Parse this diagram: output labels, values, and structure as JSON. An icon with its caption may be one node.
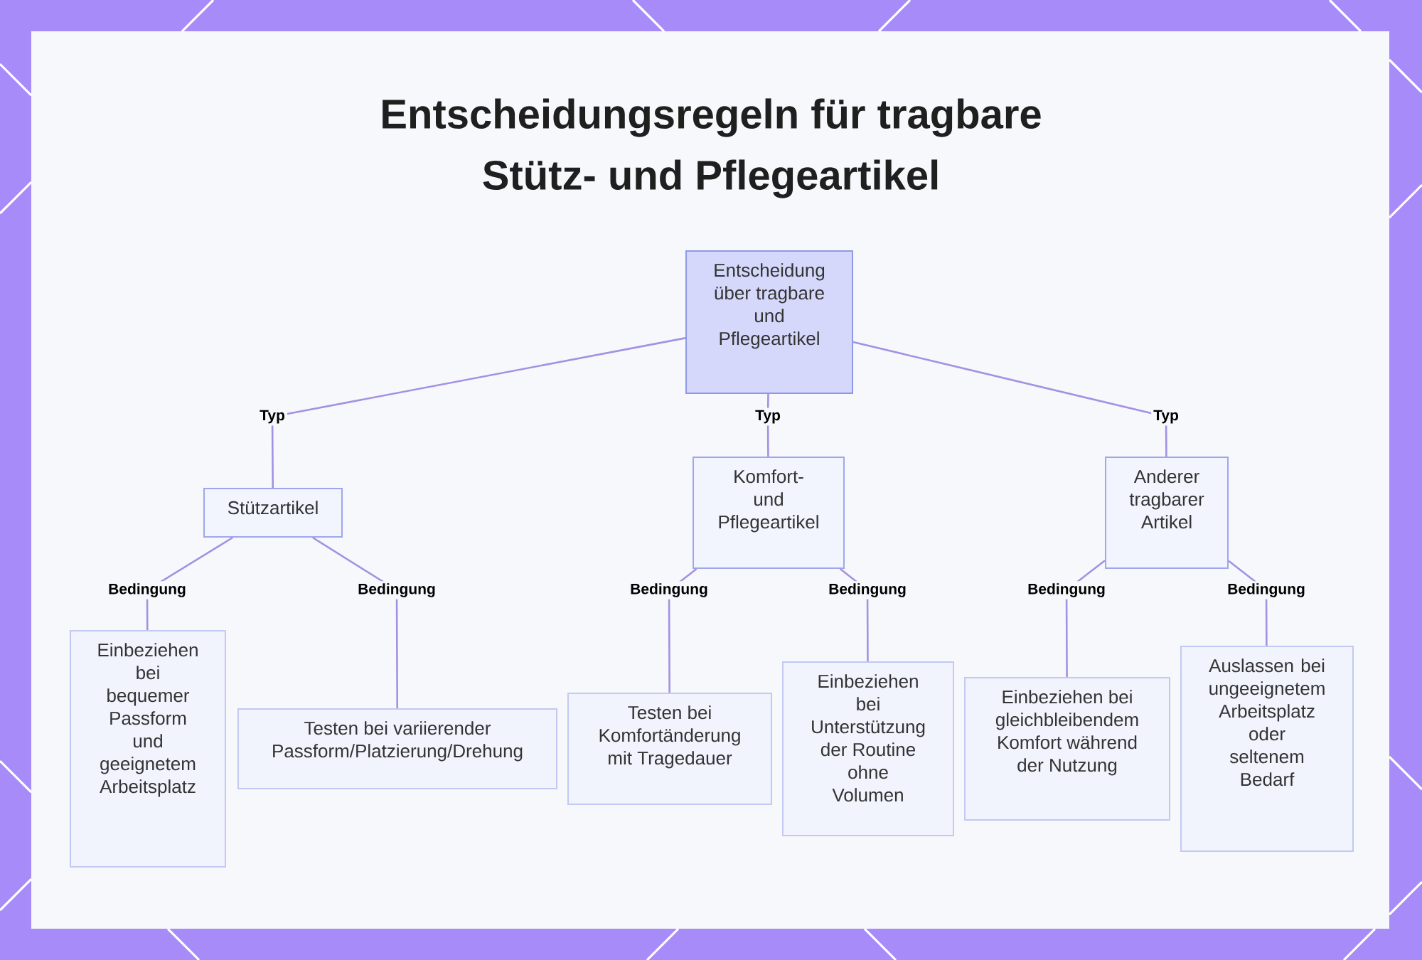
{
  "diagram": {
    "title": "Entscheidungsregeln für tragbare Stütz- und Pflegeartikel",
    "nodes": [
      {
        "text": [
          "Entscheidung über tragbare und Pflegeartikel"
        ]
      },
      {
        "text": [
          "Stützartikel"
        ]
      },
      {
        "text": [
          "Komfort- und Pflegeartikel"
        ]
      },
      {
        "text": [
          "Anderer tragbarer Artikel"
        ]
      },
      {
        "text": [
          "Einbeziehen bei bequemer Passform und geeignetem Arbeitsplatz"
        ]
      },
      {
        "text": [
          "Testen bei variierender Passform/Platzierung/Drehung"
        ]
      },
      {
        "text": [
          "Testen bei Komfortänderung mit Tragedauer"
        ]
      },
      {
        "text": [
          "Einbeziehen bei Unterstützung der Routine ohne Volumen"
        ]
      },
      {
        "text": [
          "Einbeziehen bei gleichbleibendem Komfort während der Nutzung"
        ]
      },
      {
        "text": [
          "Auslassen bei ungeeignetem Arbeitsplatz oder seltenem Bedarf"
        ]
      }
    ],
    "edges": [
      {
        "from": 0,
        "to": 1,
        "arrow": "none",
        "label": "Typ"
      },
      {
        "from": 0,
        "to": 2,
        "arrow": "none",
        "label": "Typ"
      },
      {
        "from": 0,
        "to": 3,
        "arrow": "none",
        "label": "Typ"
      },
      {
        "from": 1,
        "to": 4,
        "arrow": "none",
        "label": "Bedingung"
      },
      {
        "from": 1,
        "to": 5,
        "arrow": "none",
        "label": "Bedingung"
      },
      {
        "from": 2,
        "to": 6,
        "arrow": "none",
        "label": "Bedingung"
      },
      {
        "from": 2,
        "to": 7,
        "arrow": "none",
        "label": "Bedingung"
      },
      {
        "from": 3,
        "to": 8,
        "arrow": "none",
        "label": "Bedingung"
      },
      {
        "from": 3,
        "to": 9,
        "arrow": "none",
        "label": "Bedingung"
      }
    ]
  }
}
